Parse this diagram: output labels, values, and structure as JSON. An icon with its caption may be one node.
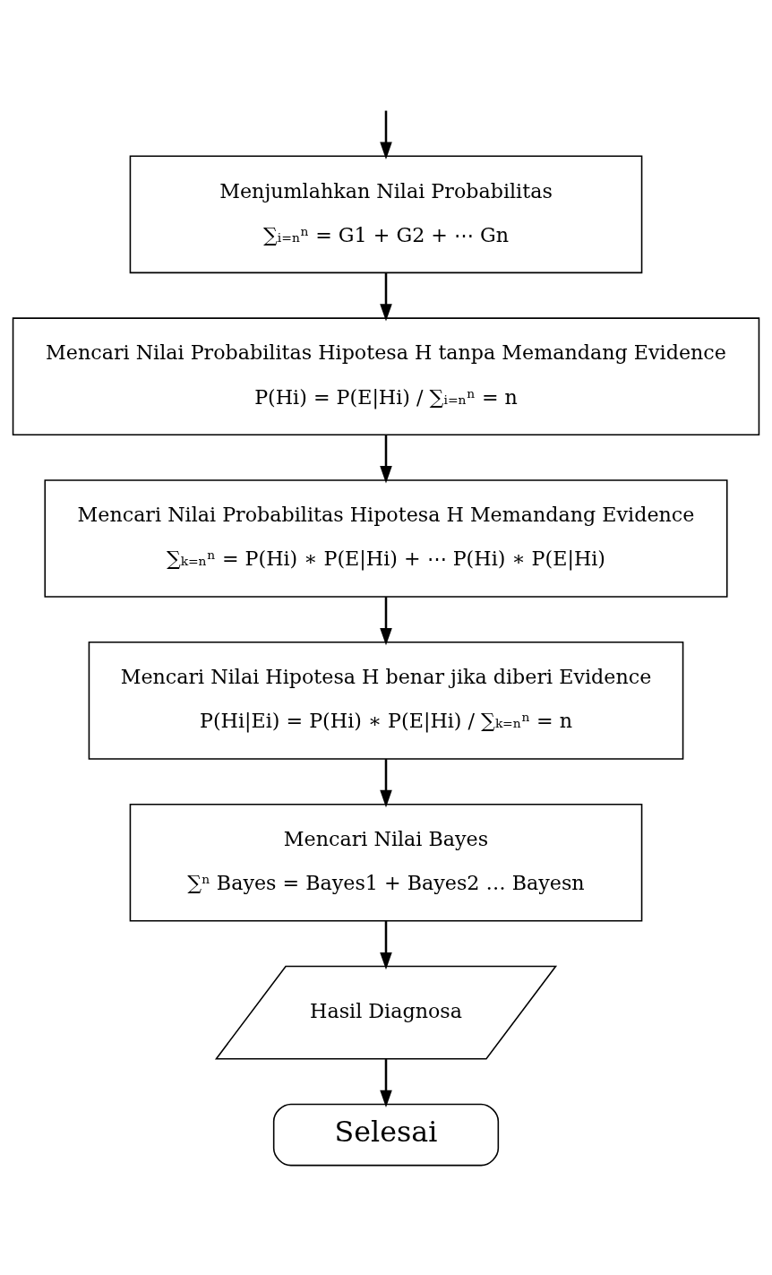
{
  "diagram": {
    "nodes": [
      {
        "text": [
          "Menjumlahkan Nilai Probabilitas",
          "∑ᵢ₌ₙⁿ = G1 + G2 + ⋯ Gn"
        ]
      },
      {
        "text": [
          "Mencari Nilai Probabilitas Hipotesa H tanpa Memandang Evidence",
          "P(Hi) = P(E|Hi) / ∑ᵢ₌ₙⁿ = n"
        ]
      },
      {
        "text": [
          "Mencari Nilai Probabilitas Hipotesa H Memandang Evidence",
          "∑ₖ₌ₙⁿ = P(Hi) ∗ P(E|Hi) + ⋯ P(Hi) ∗ P(E|Hi)"
        ]
      },
      {
        "text": [
          "Mencari Nilai Hipotesa H benar jika diberi Evidence",
          "P(Hi|Ei) = P(Hi) ∗ P(E|Hi) / ∑ₖ₌ₙⁿ = n"
        ]
      },
      {
        "text": [
          "Mencari Nilai Bayes",
          "∑ⁿ Bayes = Bayes1 + Bayes2 … Bayesn"
        ]
      },
      {
        "text": [
          "Hasil Diagnosa"
        ]
      },
      {
        "text": [
          "Selesai"
        ]
      }
    ],
    "edges": [
      {
        "from": null,
        "to": 0,
        "arrow": "to"
      },
      {
        "from": 0,
        "to": 1,
        "arrow": "to"
      },
      {
        "from": 1,
        "to": 2,
        "arrow": "to"
      },
      {
        "from": 2,
        "to": 3,
        "arrow": "to"
      },
      {
        "from": 3,
        "to": 4,
        "arrow": "to"
      },
      {
        "from": 4,
        "to": 5,
        "arrow": "to"
      },
      {
        "from": 5,
        "to": 6,
        "arrow": "to"
      }
    ]
  }
}
